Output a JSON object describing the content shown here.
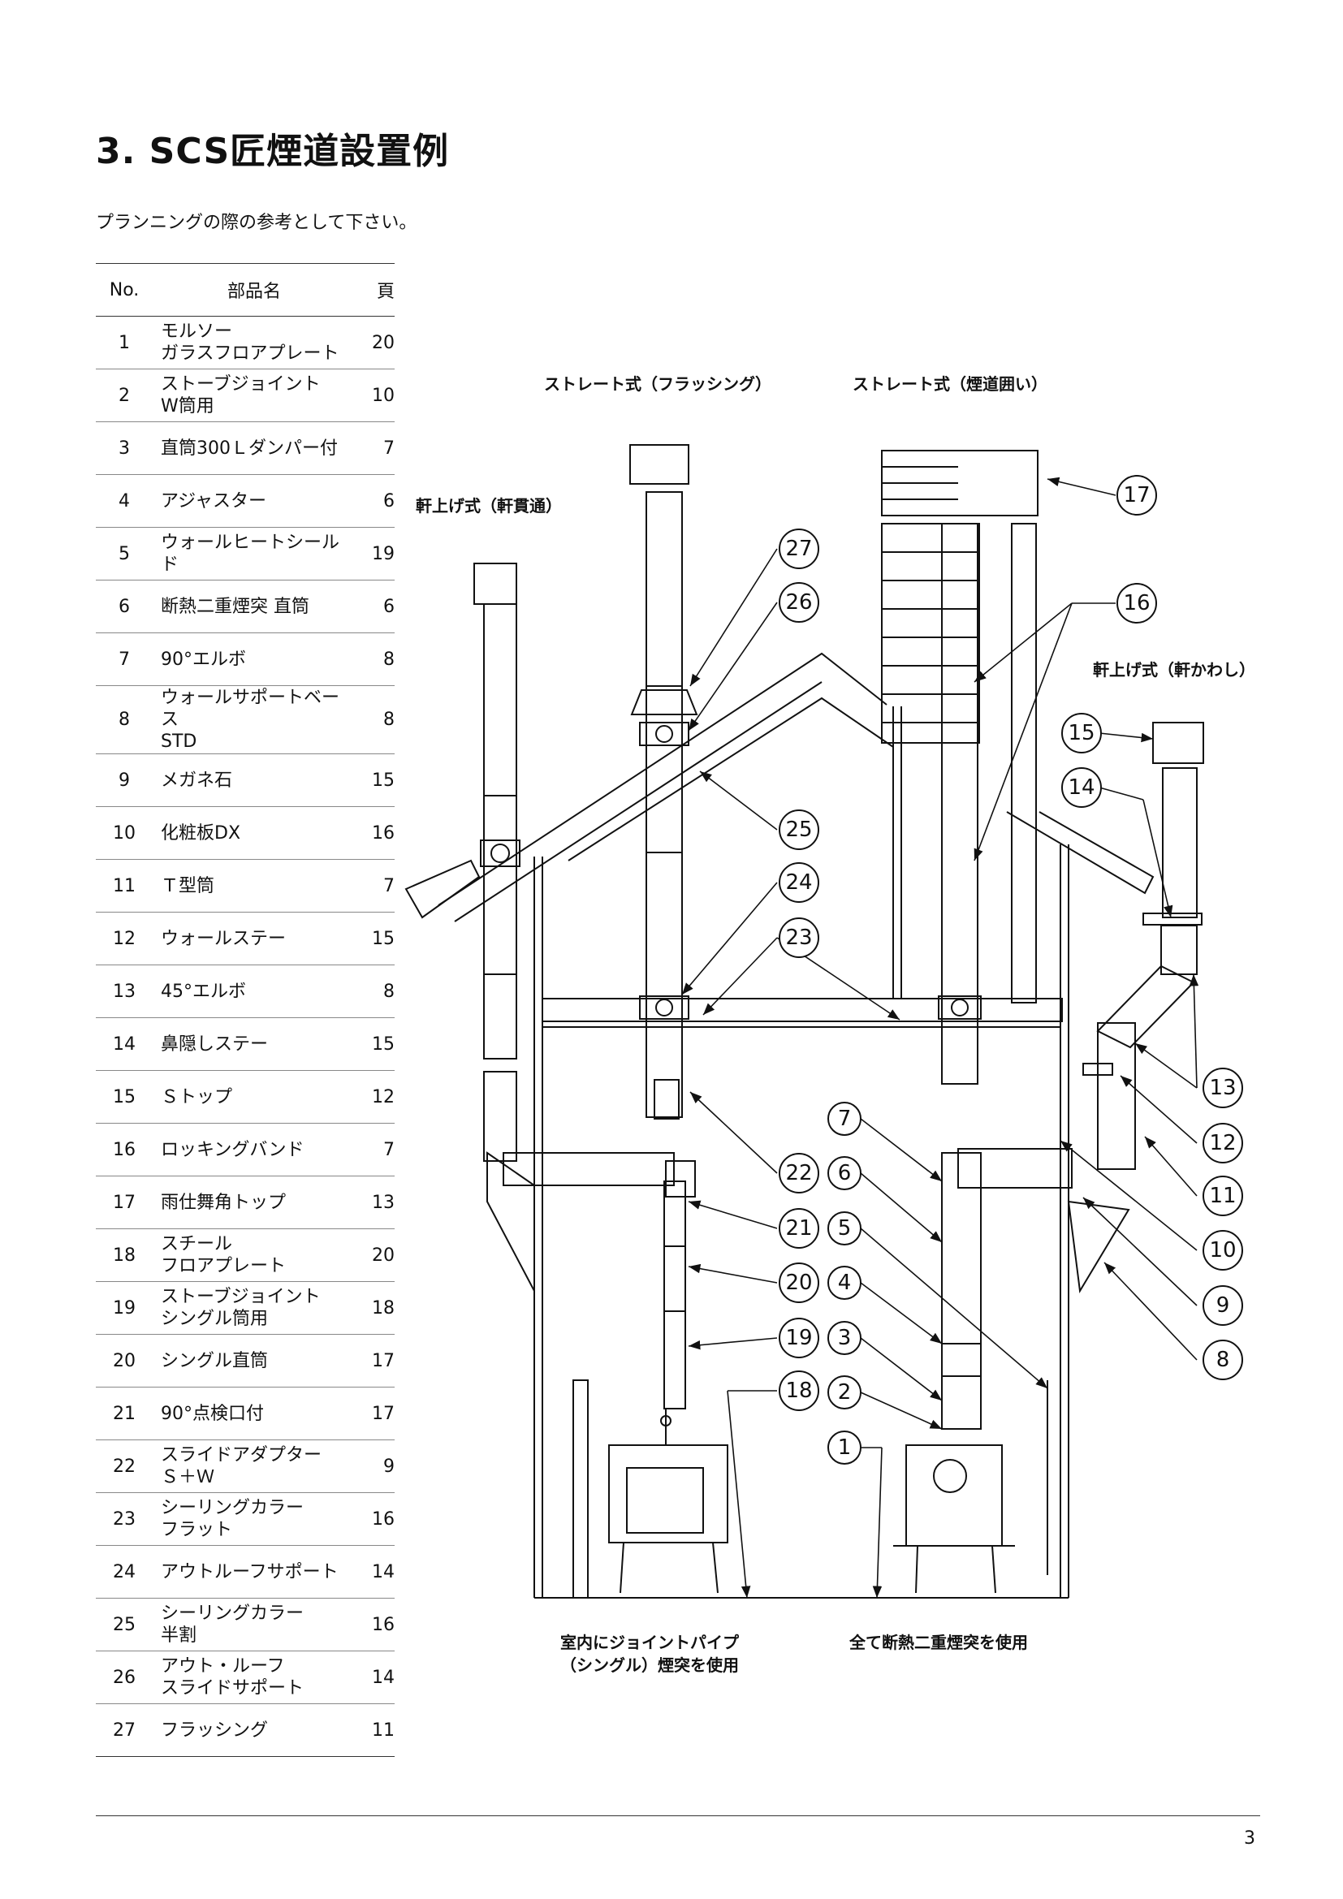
{
  "page": {
    "title": "3.  SCS匠煙道設置例",
    "subtitle": "プランニングの際の参考として下さい。",
    "page_number": "3"
  },
  "table": {
    "headers": {
      "no": "No.",
      "name": "部品名",
      "page": "頁"
    },
    "rows": [
      {
        "no": "1",
        "name_lines": [
          "モルソー",
          "ガラスフロアプレート"
        ],
        "page": "20"
      },
      {
        "no": "2",
        "name_lines": [
          "ストーブジョイント",
          "W筒用"
        ],
        "page": "10"
      },
      {
        "no": "3",
        "name_lines": [
          "直筒300Ｌダンパー付"
        ],
        "page": "7"
      },
      {
        "no": "4",
        "name_lines": [
          "アジャスター"
        ],
        "page": "6"
      },
      {
        "no": "5",
        "name_lines": [
          "ウォールヒートシールド"
        ],
        "page": "19"
      },
      {
        "no": "6",
        "name_lines": [
          "断熱二重煙突 直筒"
        ],
        "page": "6"
      },
      {
        "no": "7",
        "name_lines": [
          "90°エルボ"
        ],
        "page": "8"
      },
      {
        "no": "8",
        "name_lines": [
          "ウォールサポートベース",
          "STD"
        ],
        "page": "8"
      },
      {
        "no": "9",
        "name_lines": [
          "メガネ石"
        ],
        "page": "15"
      },
      {
        "no": "10",
        "name_lines": [
          "化粧板DX"
        ],
        "page": "16"
      },
      {
        "no": "11",
        "name_lines": [
          "Ｔ型筒"
        ],
        "page": "7"
      },
      {
        "no": "12",
        "name_lines": [
          "ウォールステー"
        ],
        "page": "15"
      },
      {
        "no": "13",
        "name_lines": [
          "45°エルボ"
        ],
        "page": "8"
      },
      {
        "no": "14",
        "name_lines": [
          "鼻隠しステー"
        ],
        "page": "15"
      },
      {
        "no": "15",
        "name_lines": [
          "Ｓトップ"
        ],
        "page": "12"
      },
      {
        "no": "16",
        "name_lines": [
          "ロッキングバンド"
        ],
        "page": "7"
      },
      {
        "no": "17",
        "name_lines": [
          "雨仕舞角トップ"
        ],
        "page": "13"
      },
      {
        "no": "18",
        "name_lines": [
          "スチール",
          "フロアプレート"
        ],
        "page": "20"
      },
      {
        "no": "19",
        "name_lines": [
          "ストーブジョイント",
          "シングル筒用"
        ],
        "page": "18"
      },
      {
        "no": "20",
        "name_lines": [
          "シングル直筒"
        ],
        "page": "17"
      },
      {
        "no": "21",
        "name_lines": [
          "90°点検口付"
        ],
        "page": "17"
      },
      {
        "no": "22",
        "name_lines": [
          "スライドアダプター",
          "Ｓ＋Ｗ"
        ],
        "page": "9"
      },
      {
        "no": "23",
        "name_lines": [
          "シーリングカラー",
          "フラット"
        ],
        "page": "16"
      },
      {
        "no": "24",
        "name_lines": [
          "アウトルーフサポート"
        ],
        "page": "14"
      },
      {
        "no": "25",
        "name_lines": [
          "シーリングカラー",
          "半割"
        ],
        "page": "16"
      },
      {
        "no": "26",
        "name_lines": [
          "アウト・ルーフ",
          "スライドサポート"
        ],
        "page": "14"
      },
      {
        "no": "27",
        "name_lines": [
          "フラッシング"
        ],
        "page": "11"
      }
    ]
  },
  "diagram": {
    "captions": {
      "straight_flashing": "ストレート式（フラッシング）",
      "straight_enclosure": "ストレート式（煙道囲い）",
      "eave_through": "軒上げ式（軒貫通）",
      "eave_around": "軒上げ式（軒かわし）",
      "bottom_left_1": "室内にジョイントパイプ",
      "bottom_left_2": "（シングル）煙突を使用",
      "bottom_right": "全て断熱二重煙突を使用"
    },
    "callouts": {
      "c1": "1",
      "c2": "2",
      "c3": "3",
      "c4": "4",
      "c5": "5",
      "c6": "6",
      "c7": "7",
      "c8": "8",
      "c9": "9",
      "c10": "10",
      "c11": "11",
      "c12": "12",
      "c13": "13",
      "c14": "14",
      "c15": "15",
      "c16": "16",
      "c17": "17",
      "c18": "18",
      "c19": "19",
      "c20": "20",
      "c21": "21",
      "c22": "22",
      "c23": "23",
      "c24": "24",
      "c25": "25",
      "c26": "26",
      "c27": "27"
    }
  }
}
